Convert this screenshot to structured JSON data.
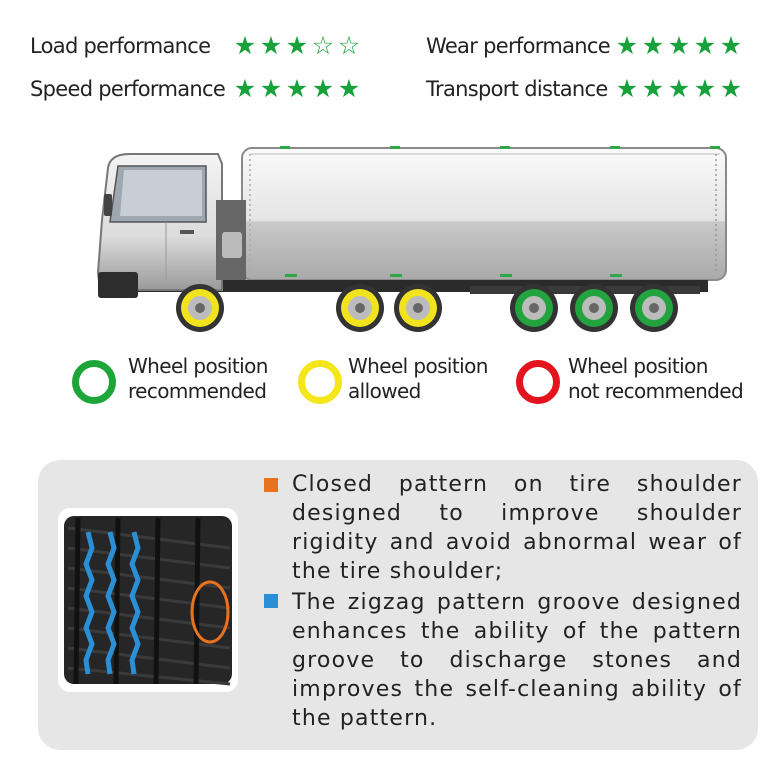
{
  "ratings": [
    {
      "label": "Load performance",
      "stars": 3,
      "max": 5
    },
    {
      "label": "Speed performance",
      "stars": 5,
      "max": 5
    },
    {
      "label": "Wear performance",
      "stars": 5,
      "max": 5
    },
    {
      "label": "Transport distance",
      "stars": 5,
      "max": 5
    }
  ],
  "legend": [
    {
      "line1": "Wheel position",
      "line2": "recommended",
      "color": "#1ea53a"
    },
    {
      "line1": "Wheel position",
      "line2": "allowed",
      "color": "#f5e61a"
    },
    {
      "line1": "Wheel position",
      "line2": "not recommended",
      "color": "#e3141e"
    }
  ],
  "features": [
    {
      "color": "#e8731e",
      "text": "Closed pattern on tire shoulder designed to improve shoulder rigidity and avoid abnormal wear of the tire shoulder;"
    },
    {
      "color": "#2a8fd6",
      "text": "The zigzag pattern groove designed enhances the ability of the pattern groove to discharge stones and improves the self-cleaning ability of the pattern."
    }
  ],
  "colors": {
    "star": "#18a23c",
    "panel": "#e6e6e6",
    "groove": "#2a8fd6",
    "shoulder_mark": "#e8731e"
  },
  "icons": {
    "filled": "star-filled-icon",
    "empty": "star-empty-icon"
  }
}
